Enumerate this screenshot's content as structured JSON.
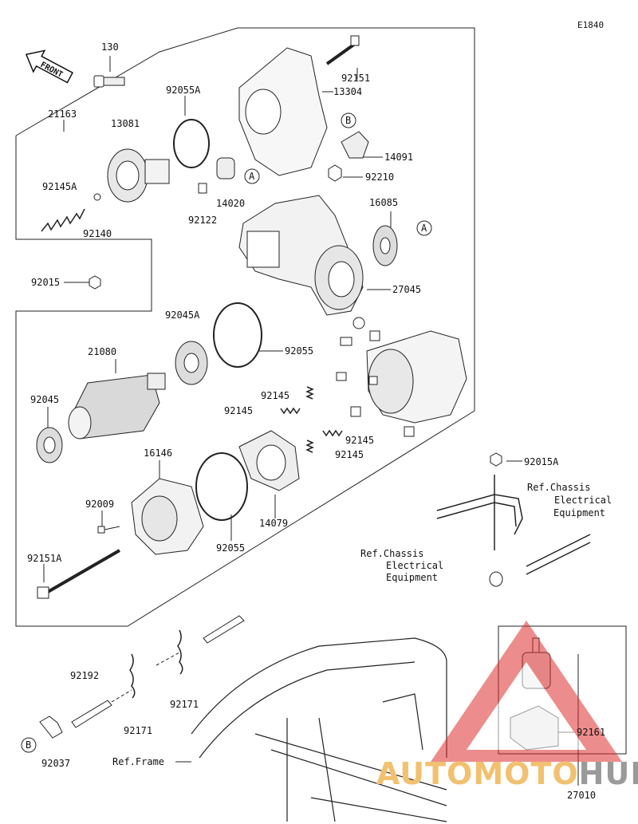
{
  "diagram_code": "E1840",
  "front_label": "FRONT",
  "part_labels": {
    "p130": "130",
    "p21163": "21163",
    "p92055A": "92055A",
    "p13081": "13081",
    "p92145A": "92145A",
    "p92140": "92140",
    "p14020": "14020",
    "p92122": "92122",
    "p92151": "92151",
    "p13304": "13304",
    "p14091": "14091",
    "p92210": "92210",
    "p16085": "16085",
    "p27045": "27045",
    "p92015": "92015",
    "p92045A": "92045A",
    "p21080": "21080",
    "p92055": "92055",
    "p92045": "92045",
    "p92145_1": "92145",
    "p92145_2": "92145",
    "p92145_3": "92145",
    "p92145_4": "92145",
    "p16146": "16146",
    "p92009": "92009",
    "p14079": "14079",
    "p92055_b": "92055",
    "p92151A": "92151A",
    "p92015A": "92015A",
    "p92192": "92192",
    "p92171_1": "92171",
    "p92171_2": "92171",
    "p92037": "92037",
    "p92161": "92161",
    "p27010": "27010"
  },
  "ref_labels": {
    "chassis_1_line1": "Ref.Chassis",
    "chassis_1_line2": "Electrical",
    "chassis_1_line3": "Equipment",
    "chassis_2_line1": "Ref.Chassis",
    "chassis_2_line2": "Electrical",
    "chassis_2_line3": "Equipment",
    "frame": "Ref.Frame"
  },
  "callouts": {
    "a1": "A",
    "a2": "A",
    "b1": "B",
    "b2": "B"
  },
  "watermark": {
    "part1": "AUTOMOTO",
    "part2": "HUB",
    "color_primary": "#f2c16f",
    "color_secondary": "#9a9a9a",
    "triangle_color": "#e03030"
  }
}
